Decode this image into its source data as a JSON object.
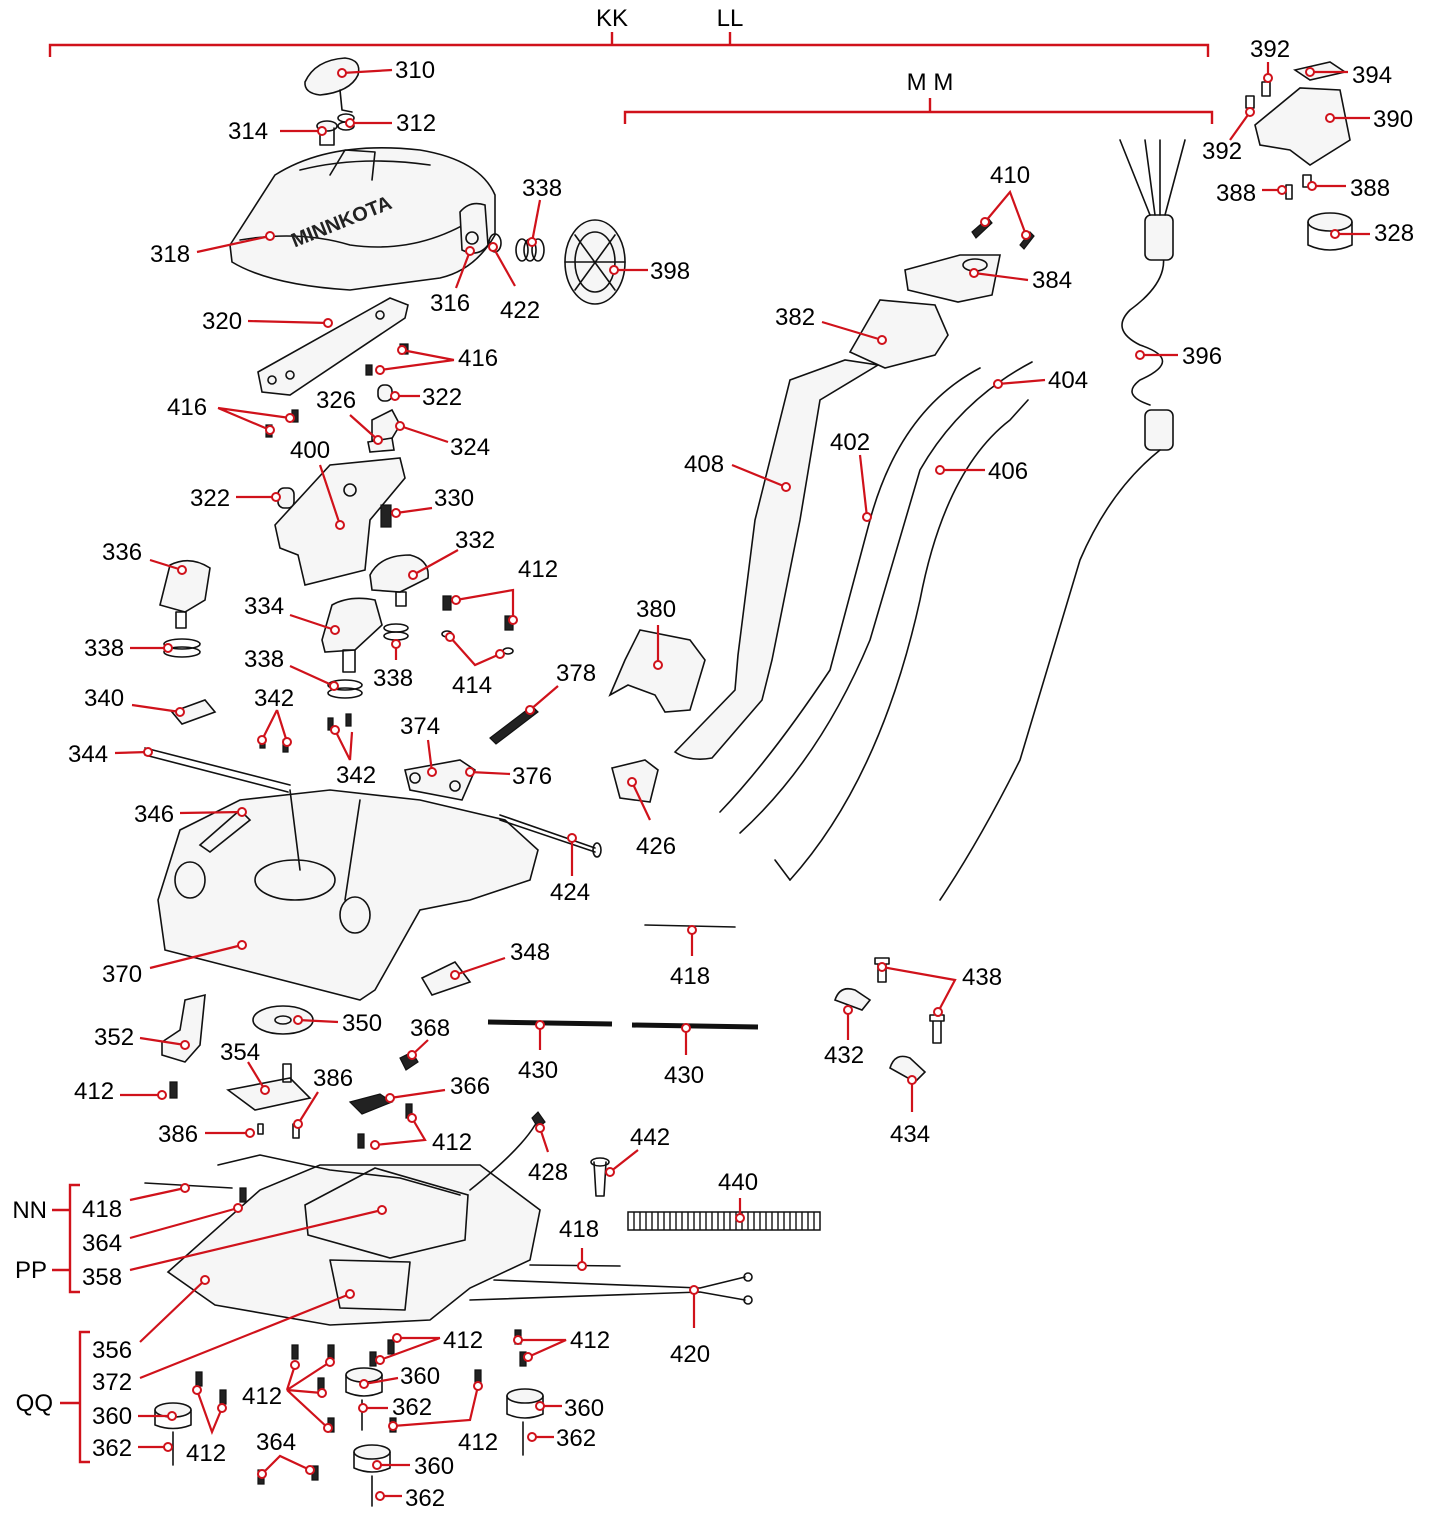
{
  "brackets": {
    "kk": "KK",
    "ll": "LL",
    "mm": "M M",
    "nn": "NN",
    "pp": "PP",
    "qq": "QQ"
  },
  "callouts": {
    "c310": "310",
    "c312": "312",
    "c314": "314",
    "c318": "318",
    "c316": "316",
    "c422": "422",
    "c338a": "338",
    "c398": "398",
    "c320": "320",
    "c416a": "416",
    "c416b": "416",
    "c322a": "322",
    "c326": "326",
    "c324": "324",
    "c400": "400",
    "c322b": "322",
    "c330": "330",
    "c336": "336",
    "c332": "332",
    "c412a": "412",
    "c334": "334",
    "c338b": "338",
    "c338c": "338",
    "c338d": "338",
    "c414": "414",
    "c340": "340",
    "c342a": "342",
    "c342b": "342",
    "c378": "378",
    "c374": "374",
    "c376": "376",
    "c344": "344",
    "c346": "346",
    "c424": "424",
    "c370": "370",
    "c348": "348",
    "c350": "350",
    "c352": "352",
    "c368": "368",
    "c354": "354",
    "c386a": "386",
    "c386b": "386",
    "c366": "366",
    "c412b": "412",
    "c412c": "412",
    "c428": "428",
    "c418a": "418",
    "c364a": "364",
    "c358": "358",
    "c356": "356",
    "c372": "372",
    "c360a": "360",
    "c362a": "362",
    "c412d": "412",
    "c364b": "364",
    "c412e": "412",
    "c360b": "360",
    "c362b": "362",
    "c412f": "412",
    "c412g": "412",
    "c360c": "360",
    "c362c": "362",
    "c360d": "360",
    "c362d": "362",
    "c412h": "412",
    "c430a": "430",
    "c430b": "430",
    "c418b": "418",
    "c442": "442",
    "c440": "440",
    "c418c": "418",
    "c420": "420",
    "c432": "432",
    "c434": "434",
    "c438": "438",
    "c380": "380",
    "c426": "426",
    "c408": "408",
    "c402": "402",
    "c404": "404",
    "c406": "406",
    "c382": "382",
    "c384": "384",
    "c410": "410",
    "c396": "396",
    "c392a": "392",
    "c392b": "392",
    "c394": "394",
    "c390": "390",
    "c388a": "388",
    "c388b": "388",
    "c328": "328"
  },
  "brand_text": "MINNKOTA",
  "colors": {
    "leader": "#d0121b",
    "line": "#111111",
    "background": "#ffffff"
  }
}
